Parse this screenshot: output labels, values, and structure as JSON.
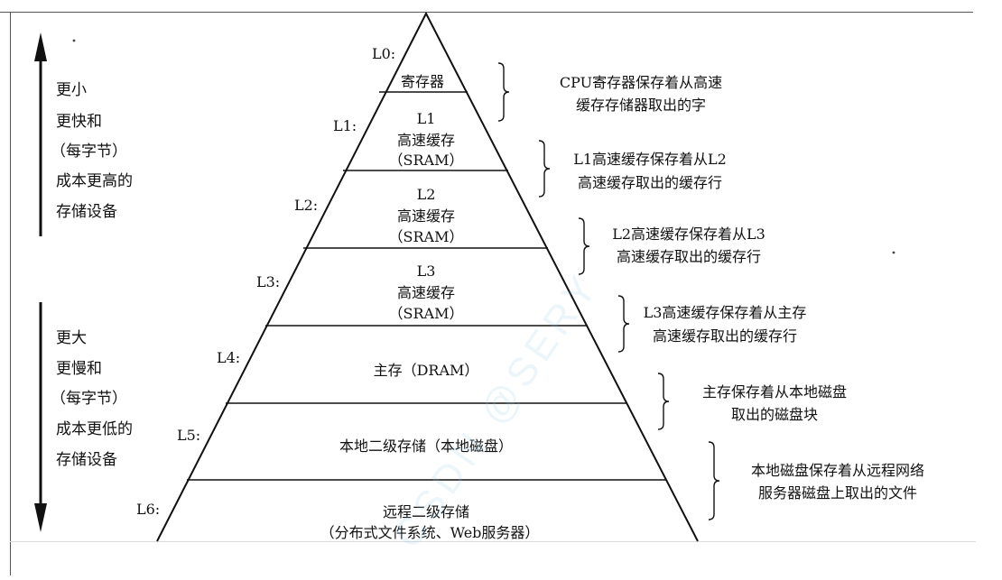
{
  "axis": {
    "top": [
      "更小",
      "更快和",
      "（每字节）",
      "成本更高的",
      "存储设备"
    ],
    "bottom": [
      "更大",
      "更慢和",
      "（每字节）",
      "成本更低的",
      "存储设备"
    ]
  },
  "levels": [
    {
      "id": "L0:",
      "lines": [
        "寄存器"
      ],
      "desc": [
        "CPU寄存器保存着从高速",
        "缓存存储器取出的字"
      ]
    },
    {
      "id": "L1:",
      "lines": [
        "L1",
        "高速缓存",
        "（SRAM）"
      ],
      "desc": [
        "L1高速缓存保存着从L2",
        "高速缓存取出的缓存行"
      ]
    },
    {
      "id": "L2:",
      "lines": [
        "L2",
        "高速缓存",
        "（SRAM）"
      ],
      "desc": [
        "L2高速缓存保存着从L3",
        "高速缓存取出的缓存行"
      ]
    },
    {
      "id": "L3:",
      "lines": [
        "L3",
        "高速缓存",
        "（SRAM）"
      ],
      "desc": [
        "L3高速缓存保存着从主存",
        "高速缓存取出的缓存行"
      ]
    },
    {
      "id": "L4:",
      "lines": [
        "主存（DRAM）"
      ],
      "desc": [
        "主存保存着从本地磁盘",
        "取出的磁盘块"
      ]
    },
    {
      "id": "L5:",
      "lines": [
        "本地二级存储（本地磁盘）"
      ],
      "desc": [
        "本地磁盘保存着从远程网络",
        "服务器磁盘上取出的文件"
      ]
    },
    {
      "id": "L6:",
      "lines": [
        "远程二级存储",
        "（分布式文件系统、Web服务器）"
      ]
    }
  ],
  "watermark": "CSDN @SERY"
}
